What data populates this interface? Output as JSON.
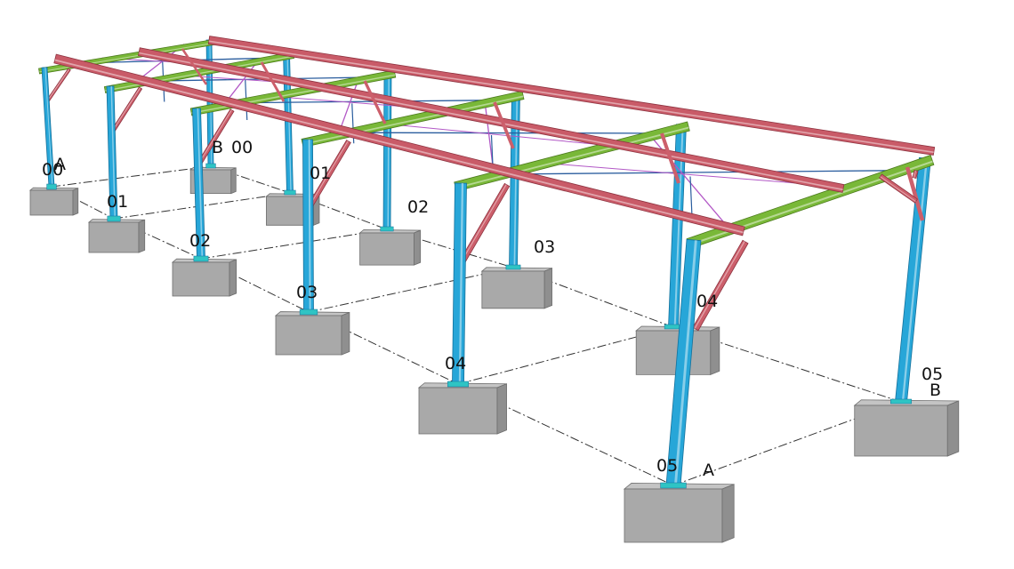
{
  "colors": {
    "column": "#27a6d8",
    "column_edge": "#15719b",
    "rafter": "#c95b68",
    "rafter_edge": "#8e3340",
    "purlin": "#79b838",
    "purlin_edge": "#4d7b1e",
    "knee_brace": "#cc5f6b",
    "bracing_blue": "#2a5d9e",
    "bracing_magenta": "#b258c6",
    "footing_front": "#a9a9a9",
    "footing_side": "#8f8f8f",
    "footing_top": "#c4c4c4",
    "footing_edge": "#6e6e6e",
    "base_plate": "#2fc4c4",
    "grid_line": "#333333",
    "label": "#111111"
  },
  "grid_labels": {
    "line_a": [
      "00",
      "01",
      "02",
      "03",
      "04",
      "05"
    ],
    "line_b": [
      "00",
      "01",
      "02",
      "03",
      "04",
      "05"
    ],
    "axis_a": "A",
    "axis_b": "B"
  }
}
